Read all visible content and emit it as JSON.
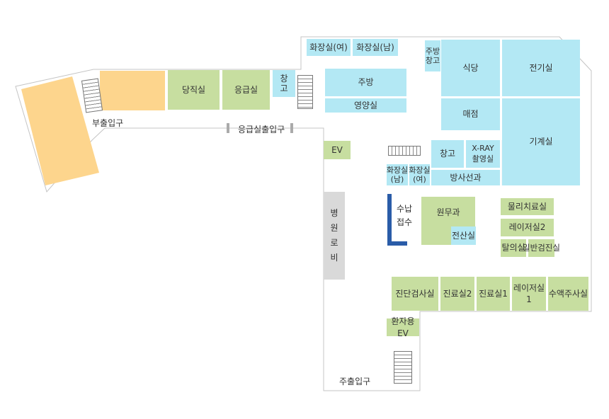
{
  "rooms": {
    "restroom_f_top": "화장실(여)",
    "restroom_m_top": "화장실(남)",
    "kitchen_storage": "주방\n창고",
    "cafeteria": "식당",
    "electrical": "전기실",
    "kitchen": "주방",
    "nutrition": "영양실",
    "store": "매점",
    "machine": "기계실",
    "duty": "당직실",
    "emergency": "응급실",
    "storage_small": "창\n고",
    "ev": "EV",
    "storage_mid": "창고",
    "xray": "X-RAY\n촬영실",
    "restroom_m_mid": "화장실\n(남)",
    "restroom_f_mid": "화장실\n(여)",
    "radiology": "방사선과",
    "reception": "수납\n접수",
    "admin": "원무과",
    "computer": "전산실",
    "physio": "물리치료실",
    "laser2": "레이저실2",
    "changing": "탈의실",
    "exam_general": "일반검진실",
    "lobby": "병\n원\n로\n비",
    "diag_exam": "진단검사실",
    "clinic2": "진료실2",
    "clinic1": "진료실1",
    "laser1": "레이저실1",
    "injection": "수액주사실",
    "patient_ev": "환자용EV"
  },
  "entrances": {
    "side": "부출입구",
    "emergency": "응급실출입구",
    "main": "주출입구"
  },
  "colors": {
    "public": "#b3e8f4",
    "clinical": "#c7dea0",
    "lobby": "#d9d9d9",
    "annex": "#fdd58d",
    "reception_marker": "#2a5ca8",
    "outline": "#c4c4c4"
  }
}
